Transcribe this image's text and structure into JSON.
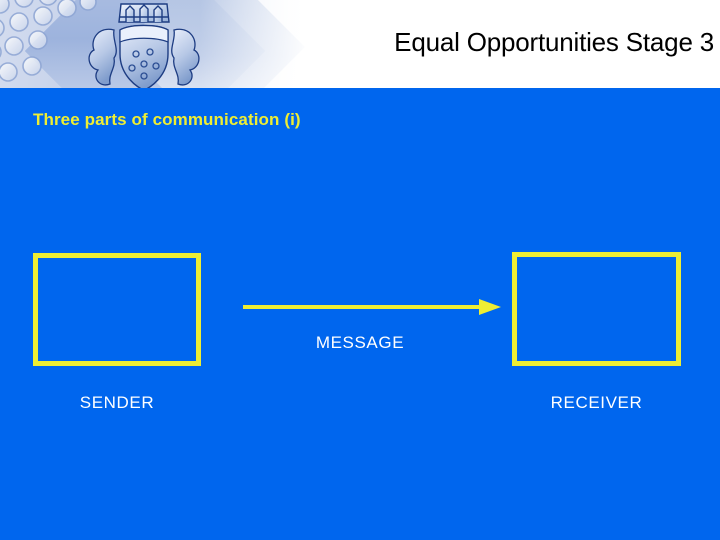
{
  "slide": {
    "title": "Equal Opportunities Stage 3",
    "subtitle": "Three parts of communication (i)",
    "background_color": "#0066ee",
    "accent_color": "#eeee33",
    "title_color": "#000000",
    "label_color": "#ffffff"
  },
  "header": {
    "crest_icon": "heraldic-crest-icon",
    "bubbles_icon": "bubble-texture-icon"
  },
  "diagram": {
    "type": "flow",
    "sender_box": {
      "label": "SENDER",
      "content": ""
    },
    "receiver_box": {
      "label": "RECEIVER",
      "content": ""
    },
    "arrow": {
      "label": "MESSAGE",
      "direction": "left-to-right",
      "icon": "arrow-right-icon"
    }
  }
}
